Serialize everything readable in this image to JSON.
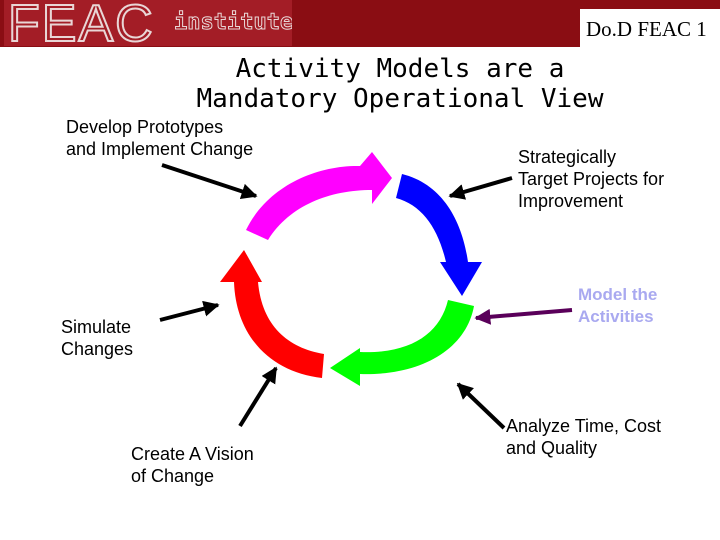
{
  "header": {
    "logo": {
      "feac": "FEAC",
      "institute": "institute"
    },
    "badge": "Do.D FEAC 1",
    "brand_color": "#8a0d13"
  },
  "title": {
    "line1": "Activity Models are a",
    "line2": "Mandatory Operational View"
  },
  "cycle": {
    "segments": [
      {
        "name": "magenta-arc",
        "color": "#ff00ff"
      },
      {
        "name": "blue-arc",
        "color": "#0000ff"
      },
      {
        "name": "green-arc",
        "color": "#00ff00"
      },
      {
        "name": "red-arc",
        "color": "#ff0000"
      }
    ],
    "pointer_colors": {
      "default": "#000000",
      "model": "#5a005a"
    }
  },
  "labels": {
    "develop": "Develop Prototypes\nand Implement Change",
    "strategic": "Strategically\nTarget Projects for\nImprovement",
    "model": "Model the\nActivities",
    "simulate": "Simulate\nChanges",
    "vision": "Create A Vision\nof Change",
    "analyze": "Analyze Time, Cost\nand Quality"
  }
}
